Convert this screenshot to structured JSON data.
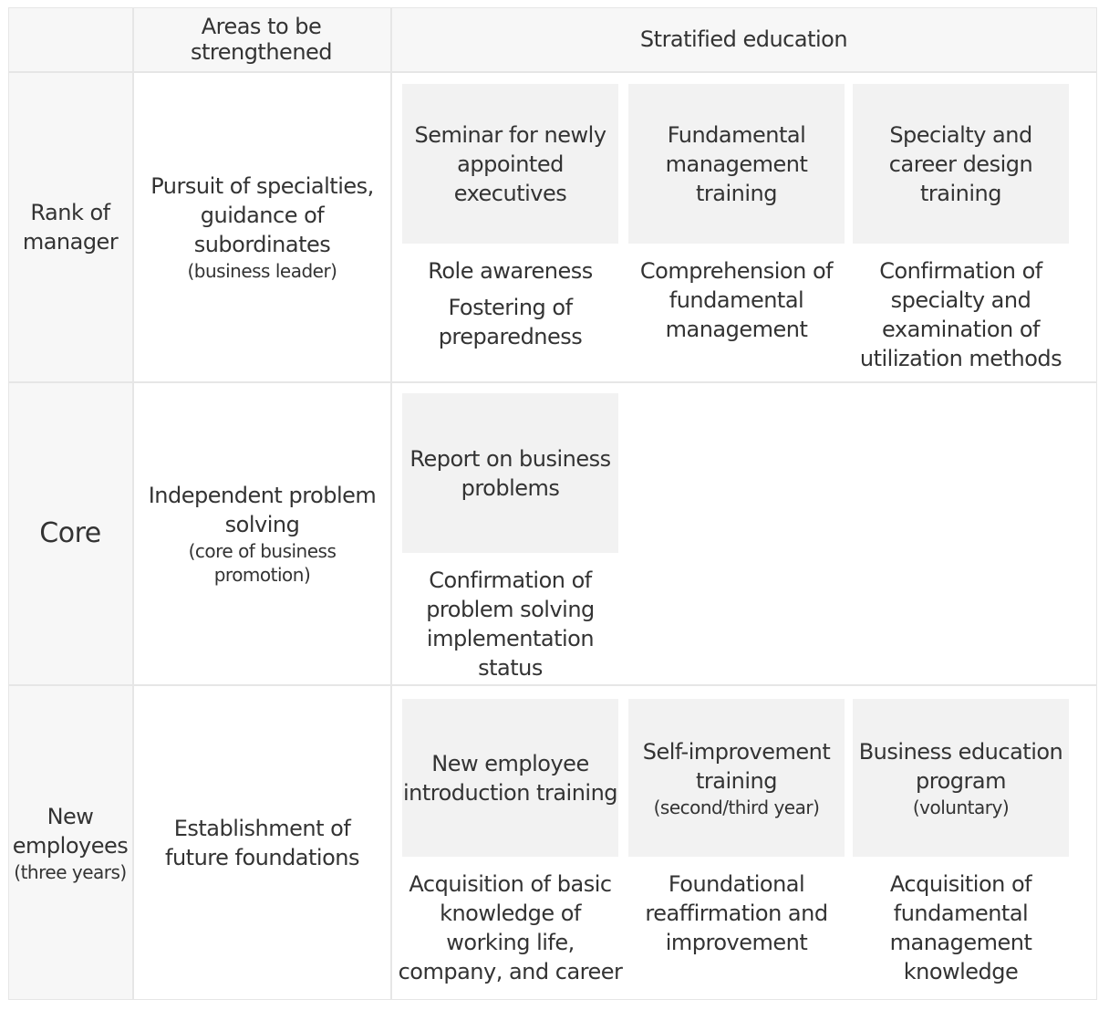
{
  "header": {
    "areas": "Areas to be strengthened",
    "education": "Stratified education"
  },
  "rows": [
    {
      "rank": "Rank of manager",
      "rank_sub": "",
      "area": "Pursuit of specialties, guidance of subordinates",
      "area_sub": "(business leader)",
      "programs": [
        {
          "title": "Seminar for newly appointed executives",
          "sub": "",
          "desc": [
            "Role awareness",
            "Fostering of preparedness"
          ]
        },
        {
          "title": "Fundamental management training",
          "sub": "",
          "desc": [
            "Comprehension of fundamental management"
          ]
        },
        {
          "title": "Specialty and career design training",
          "sub": "",
          "desc": [
            "Confirmation of specialty and examination of utilization methods"
          ]
        }
      ]
    },
    {
      "rank": "Core",
      "rank_sub": "",
      "area": "Independent problem solving",
      "area_sub": "(core of business promotion)",
      "programs": [
        {
          "title": "Report on business problems",
          "sub": "",
          "desc": [
            "Confirmation of problem solving implementation status"
          ]
        }
      ]
    },
    {
      "rank": "New employees",
      "rank_sub": "(three years)",
      "area": "Establishment of future foundations",
      "area_sub": "",
      "programs": [
        {
          "title": "New employee introduction training",
          "sub": "",
          "desc": [
            "Acquisition of basic knowledge of working life, company, and career"
          ]
        },
        {
          "title": "Self-improvement training",
          "sub": "(second/third year)",
          "desc": [
            "Foundational reaffirmation and improvement"
          ]
        },
        {
          "title": "Business education program",
          "sub": "(voluntary)",
          "desc": [
            "Acquisition of fundamental management knowledge"
          ]
        }
      ]
    }
  ]
}
